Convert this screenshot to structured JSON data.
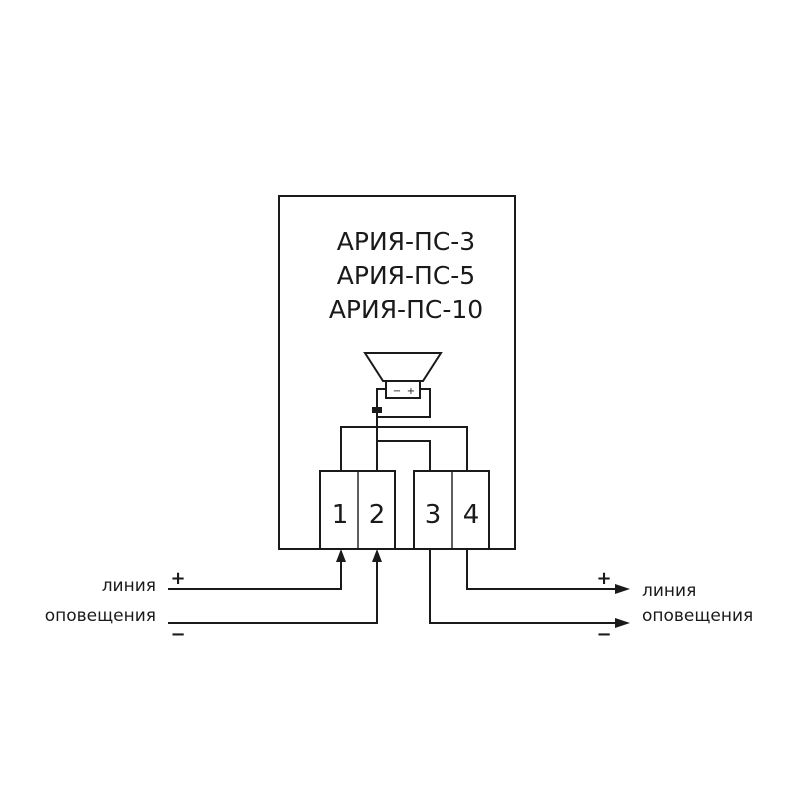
{
  "device": {
    "models": [
      "АРИЯ-ПС-3",
      "АРИЯ-ПС-5",
      "АРИЯ-ПС-10"
    ]
  },
  "speaker": {
    "minus_label": "−",
    "plus_label": "+"
  },
  "terminals": [
    "1",
    "2",
    "3",
    "4"
  ],
  "left_line": {
    "label_line1": "линия",
    "label_line2": "оповещения",
    "plus_sign": "+",
    "minus_sign": "−"
  },
  "right_line": {
    "label_line1": "линия",
    "label_line2": "оповещения",
    "plus_sign": "+",
    "minus_sign": "−"
  },
  "colors": {
    "stroke": "#1a1a1a",
    "background": "#ffffff"
  }
}
